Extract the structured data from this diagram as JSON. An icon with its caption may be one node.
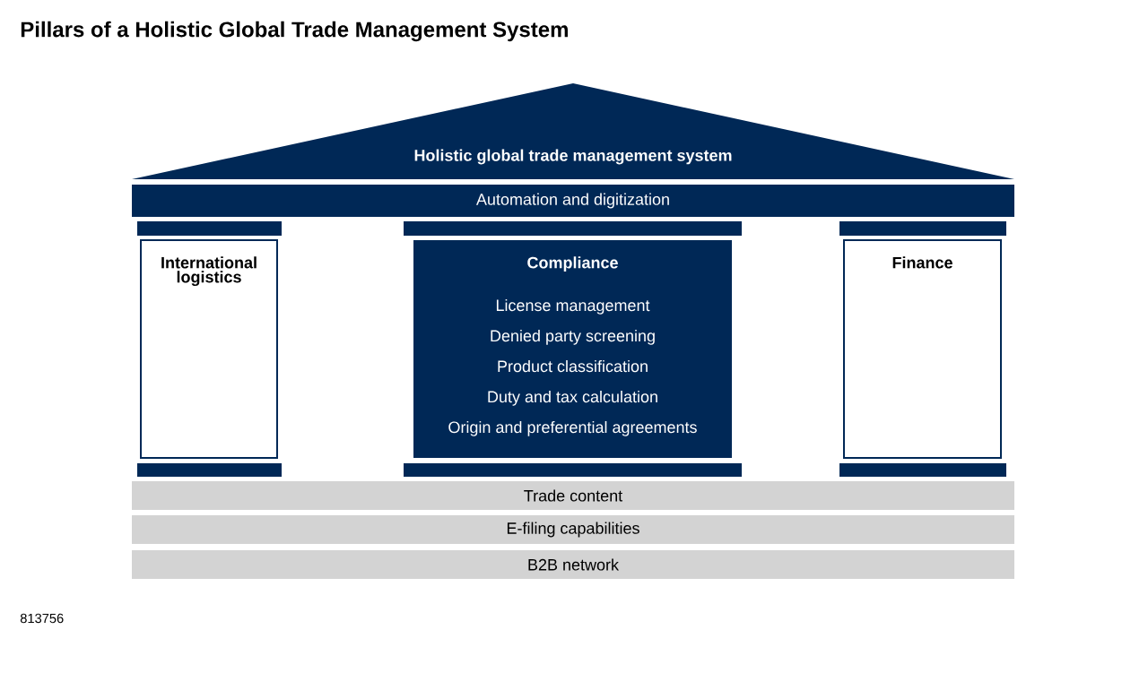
{
  "diagram": {
    "title": "Pillars of a Holistic Global Trade Management System",
    "nodes": [
      {
        "text": [
          "Holistic global trade management system"
        ]
      },
      {
        "text": [
          "Automation and digitization"
        ]
      },
      {
        "text": [
          "International logistics"
        ]
      },
      {
        "text": [
          "Compliance",
          "License management",
          "Denied party screening",
          "Product classification",
          "Duty and tax calculation",
          "Origin and preferential agreements"
        ]
      },
      {
        "text": [
          "Finance"
        ]
      },
      {
        "text": [
          "Trade content"
        ]
      },
      {
        "text": [
          "E-filing capabilities"
        ]
      },
      {
        "text": [
          "B2B network"
        ]
      }
    ],
    "labels": [
      "813756"
    ]
  }
}
